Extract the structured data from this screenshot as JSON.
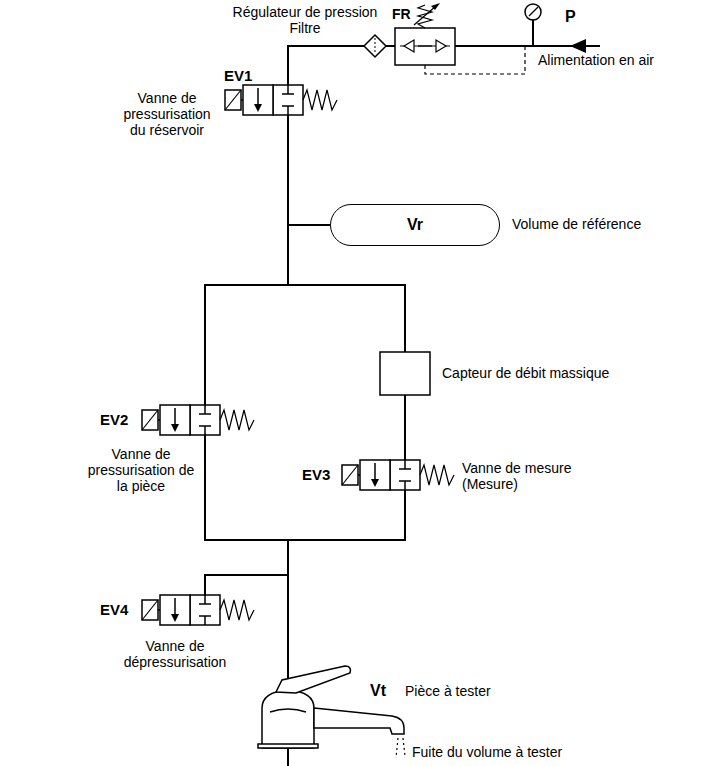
{
  "diagram": {
    "nodes": [
      {
        "text": [
          "Vr"
        ]
      }
    ],
    "labels": [
      "Régulateur de pression Filtre",
      "FR",
      "P",
      "Alimentation en air",
      "EV1",
      "Vanne de pressurisation du réservoir",
      "Volume de référence",
      "EV2",
      "Vanne de pressurisation de la pièce",
      "Capteur de débit massique",
      "EV3",
      "Vanne de mesure (Mesure)",
      "EV4",
      "Vanne de dépressurisation",
      "Vt",
      "Pièce à tester",
      "Fuite du volume à tester"
    ]
  }
}
